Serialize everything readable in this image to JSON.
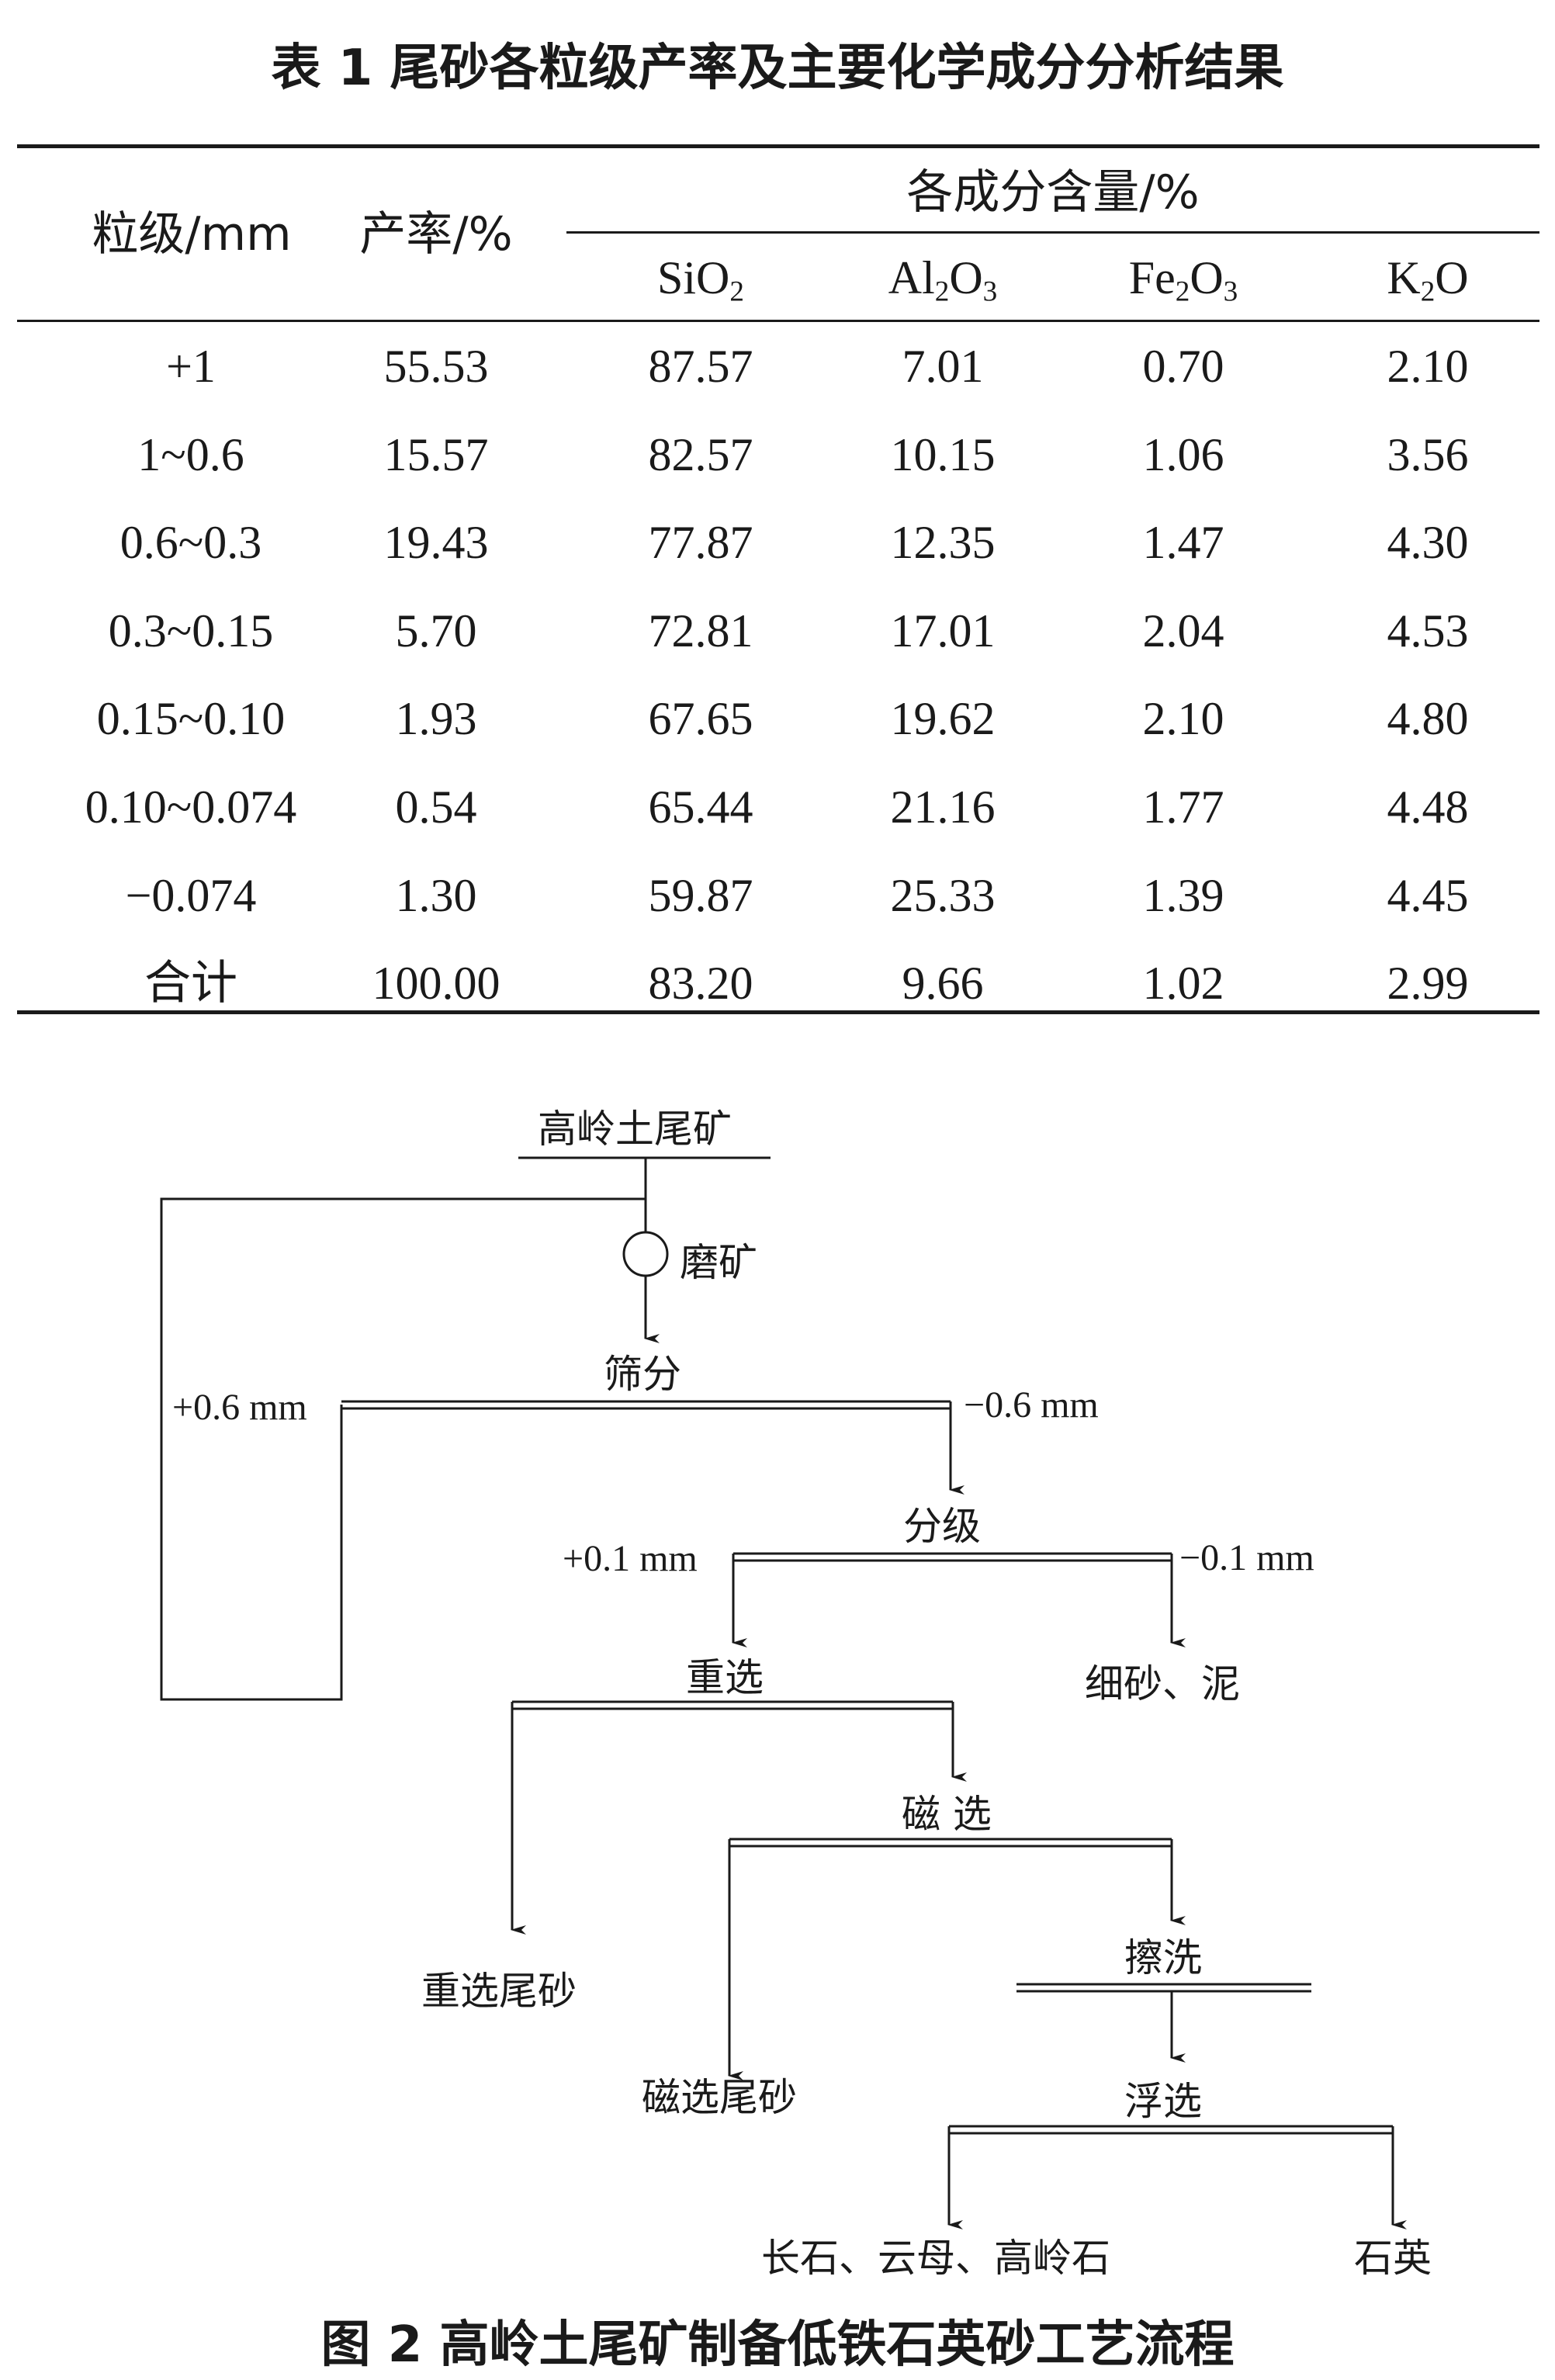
{
  "table": {
    "caption": "表 1   尾砂各粒级产率及主要化学成分分析结果",
    "headers": {
      "size": "粒级/mm",
      "yield": "产率/%",
      "content_group": "各成分含量/%",
      "components": [
        {
          "base": "SiO",
          "sub": "2",
          "tail": ""
        },
        {
          "base": "Al",
          "sub": "2",
          "tail": "O",
          "sub2": "3"
        },
        {
          "base": "Fe",
          "sub": "2",
          "tail": "O",
          "sub2": "3"
        },
        {
          "base": "K",
          "sub": "2",
          "tail": "O"
        }
      ]
    },
    "rows": [
      [
        "+1",
        "55.53",
        "87.57",
        "7.01",
        "0.70",
        "2.10"
      ],
      [
        "1~0.6",
        "15.57",
        "82.57",
        "10.15",
        "1.06",
        "3.56"
      ],
      [
        "0.6~0.3",
        "19.43",
        "77.87",
        "12.35",
        "1.47",
        "4.30"
      ],
      [
        "0.3~0.15",
        "5.70",
        "72.81",
        "17.01",
        "2.04",
        "4.53"
      ],
      [
        "0.15~0.10",
        "1.93",
        "67.65",
        "19.62",
        "2.10",
        "4.80"
      ],
      [
        "0.10~0.074",
        "0.54",
        "65.44",
        "21.16",
        "1.77",
        "4.48"
      ],
      [
        "−0.074",
        "1.30",
        "59.87",
        "25.33",
        "1.39",
        "4.45"
      ],
      [
        "合计",
        "100.00",
        "83.20",
        "9.66",
        "1.02",
        "2.99"
      ]
    ]
  },
  "flowchart": {
    "feed": "高岭土尾矿",
    "grinding": "磨矿",
    "screening": "筛分",
    "screen_plus": "+0.6 mm",
    "screen_minus": "−0.6 mm",
    "classification": "分级",
    "class_plus": "+0.1 mm",
    "class_minus": "−0.1 mm",
    "fines": "细砂、泥",
    "gravity": "重选",
    "gravity_tailings": "重选尾砂",
    "magnetic": "磁 选",
    "magnetic_tailings": "磁选尾砂",
    "scrubbing": "擦洗",
    "flotation": "浮选",
    "flotation_product_1": "长石、云母、高岭石",
    "flotation_product_2": "石英",
    "caption": "图 2   高岭土尾矿制备低铁石英砂工艺流程"
  }
}
